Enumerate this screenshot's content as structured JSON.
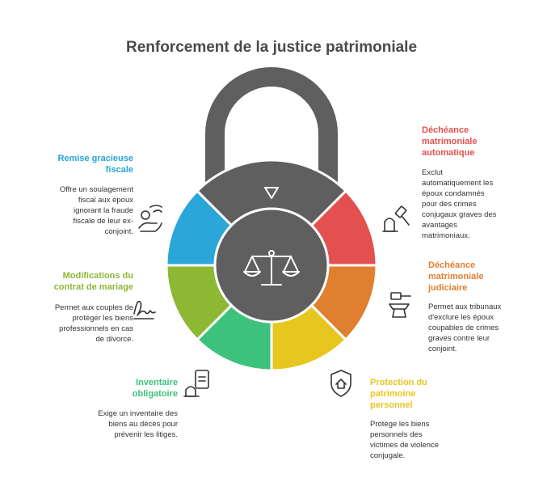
{
  "title": "Renforcement de la justice patrimoniale",
  "colors": {
    "lock": "#5f5f5f",
    "inner_ring": "#ffffff",
    "red": "#e2514f",
    "orange": "#e07f30",
    "yellow": "#e6c61f",
    "green": "#3cc27c",
    "olive": "#8cb833",
    "blue": "#2aa6d8"
  },
  "items": [
    {
      "key": "remise",
      "title": "Remise gracieuse\nfiscale",
      "desc": "Offre un soulagement\nfiscal aux époux\nignorant la fraude\nfiscale de leur ex-\nconjoint.",
      "color": "#2aa6d8",
      "icon": "hand-coin-icon"
    },
    {
      "key": "modifications",
      "title": "Modifications du\ncontrat de mariage",
      "desc": "Permet aux couples de\nprotéger les biens\nprofessionnels en cas\nde divorce.",
      "color": "#8cb833",
      "icon": "signature-icon"
    },
    {
      "key": "inventaire",
      "title": "Inventaire\nobligatoire",
      "desc": "Exige un inventaire des\nbiens au décès pour\nprévenir les litiges.",
      "color": "#3cc27c",
      "icon": "inventory-icon"
    },
    {
      "key": "decheance_auto",
      "title": "Déchéance\nmatrimoniale\nautomatique",
      "desc": "Exclut\nautomatiquement les\népoux condamnés\npour des crimes\nconjugaux graves des\navantages\nmatrimoniaux.",
      "color": "#e2514f",
      "icon": "gavel-tombstone-icon"
    },
    {
      "key": "decheance_jud",
      "title": "Déchéance\nmatrimoniale\njudiciaire",
      "desc": "Permet aux tribunaux\nd'exclure les époux\ncoupables de crimes\ngraves contre leur\nconjoint.",
      "color": "#e07f30",
      "icon": "anvil-hammer-icon"
    },
    {
      "key": "protection",
      "title": "Protection du\npatrimoine\npersonnel",
      "desc": "Protège les biens\npersonnels des\nvictimes de violence\nconjugale.",
      "color": "#e6c61f",
      "icon": "shield-home-icon"
    }
  ],
  "center_icon": "scales-icon",
  "keyhole_icon": "triangle-down-icon"
}
